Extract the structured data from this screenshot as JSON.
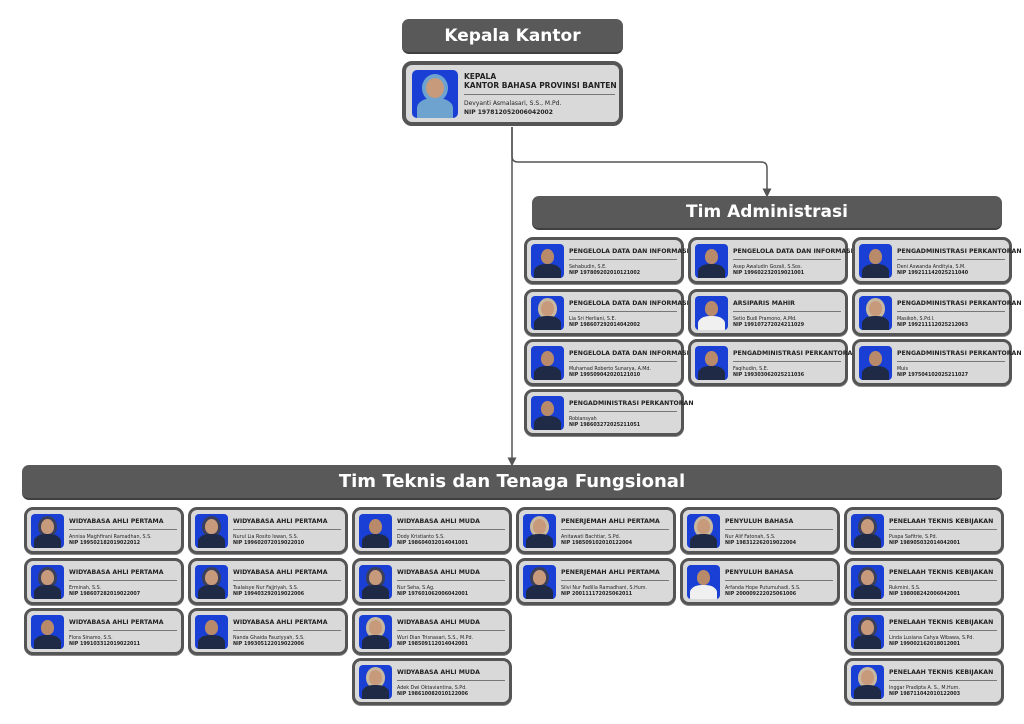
{
  "colors": {
    "header_bg": "#595959",
    "card_bg": "#d9d9d9",
    "card_border": "#555555",
    "photo_bg": "#1a3fd4"
  },
  "head": {
    "section_title": "Kepala Kantor",
    "position_line1": "KEPALA",
    "position_line2": "KANTOR BAHASA PROVINSI BANTEN",
    "name": "Devyanti Asmalasari, S.S., M.Pd.",
    "nip": "NIP 197812052006042002"
  },
  "admin": {
    "section_title": "Tim Administrasi",
    "members": [
      {
        "title": "PENGELOLA DATA DAN INFORMASI",
        "name": "Sehabudin, S.E.",
        "nip": "NIP 197809202010121002"
      },
      {
        "title": "PENGELOLA DATA DAN INFORMASI",
        "name": "Asep Awaludin Gozali, S.Sos.",
        "nip": "NIP 199602232019021001"
      },
      {
        "title": "PENGADMINISTRASI PERKANTORAN",
        "name": "Deni Aswanda Andityia, S.M.",
        "nip": "NIP 199211142025211040"
      },
      {
        "title": "PENGELOLA DATA DAN INFORMASI",
        "name": "Lia Sri Herliani, S.E.",
        "nip": "NIP 198607292014042002"
      },
      {
        "title": "ARSIPARIS MAHIR",
        "name": "Setio Budi Pramono, A.Md.",
        "nip": "NIP 199107272024211029"
      },
      {
        "title": "PENGADMINISTRASI PERKANTORAN",
        "name": "Masikoh, S.Pd.I.",
        "nip": "NIP 199211112025212063"
      },
      {
        "title": "PENGELOLA DATA DAN INFORMASI",
        "name": "Muhamad Roberto Sunarya, A.Md.",
        "nip": "NIP 199509042020121010"
      },
      {
        "title": "PENGADMINISTRASI PERKANTORAN",
        "name": "Faqihudin, S.E.",
        "nip": "NIP 199303062025211036"
      },
      {
        "title": "PENGADMINISTRASI PERKANTORAN",
        "name": "Muis",
        "nip": "NIP 197504102025211027"
      },
      {
        "title": "PENGADMINISTRASI PERKANTORAN",
        "name": "Robiansyah",
        "nip": "NIP 198603272025211051"
      }
    ]
  },
  "teknis": {
    "section_title": "Tim Teknis dan Tenaga Fungsional",
    "members": [
      {
        "title": "WIDYABASA AHLI PERTAMA",
        "name": "Annisa Maghfirani Ramadhan, S.S.",
        "nip": "NIP 199502182019022012"
      },
      {
        "title": "WIDYABASA AHLI PERTAMA",
        "name": "Erminah, S.S.",
        "nip": "NIP 198607282019022007"
      },
      {
        "title": "WIDYABASA AHLI PERTAMA",
        "name": "Flora Sinamo, S.S.",
        "nip": "NIP 199103312019022011"
      },
      {
        "title": "WIDYABASA AHLI PERTAMA",
        "name": "Nurul Lia Rosito Iswan, S.S.",
        "nip": "NIP 199602072019022010"
      },
      {
        "title": "WIDYABASA AHLI PERTAMA",
        "name": "Tsalaisye Nur Fajjriyah, S.S.",
        "nip": "NIP 199403292019022006"
      },
      {
        "title": "WIDYABASA AHLI PERTAMA",
        "name": "Nanda Ghaida Fauziyyah, S.S.",
        "nip": "NIP 199305122019022006"
      },
      {
        "title": "WIDYABASA AHLI MUDA",
        "name": "Dody Kristianto S.S.",
        "nip": "NIP 198604032014041001"
      },
      {
        "title": "WIDYABASA AHLI MUDA",
        "name": "Nur Seha, S.Ag.",
        "nip": "NIP 197601062006042001"
      },
      {
        "title": "WIDYABASA AHLI MUDA",
        "name": "Wuri Dian Trisnasari, S.S., M.Pd.",
        "nip": "NIP 198509112014042001"
      },
      {
        "title": "WIDYABASA AHLI MUDA",
        "name": "Adek Dwi Oktaviantina, S.Pd.",
        "nip": "NIP 198610082010122006"
      },
      {
        "title": "PENERJEMAH AHLI PERTAMA",
        "name": "Anitawati Bachtiar, S.Pd.",
        "nip": "NIP 198509102010122004"
      },
      {
        "title": "PENERJEMAH AHLI PERTAMA",
        "name": "Silvi Nur Fadilla Ramadhani, S.Hum.",
        "nip": "NIP 200111172025062011"
      },
      {
        "title": "PENYULUH BAHASA",
        "name": "Nur Alif Fatonah, S.S.",
        "nip": "NIP 198312262019022004"
      },
      {
        "title": "PENYULUH BAHASA",
        "name": "Arfanda Hope Putumuhadi, S.S.",
        "nip": "NIP 200009222025061006"
      },
      {
        "title": "PENELAAH TEKNIS KEBIJAKAN",
        "name": "Puspa Safitrie, S.Pd.",
        "nip": "NIP 198905032014042001"
      },
      {
        "title": "PENELAAH TEKNIS KEBIJAKAN",
        "name": "Rukmini, S.S.",
        "nip": "NIP 198008242006042001"
      },
      {
        "title": "PENELAAH TEKNIS KEBIJAKAN",
        "name": "Linda Lusiana Cahya Wibawa, S.Pd.",
        "nip": "NIP 199002162018012001"
      },
      {
        "title": "PENELAAH TEKNIS KEBIJAKAN",
        "name": "Inggar Pradipta A. S., M.Hum.",
        "nip": "NIP 198711042010122003"
      }
    ]
  }
}
